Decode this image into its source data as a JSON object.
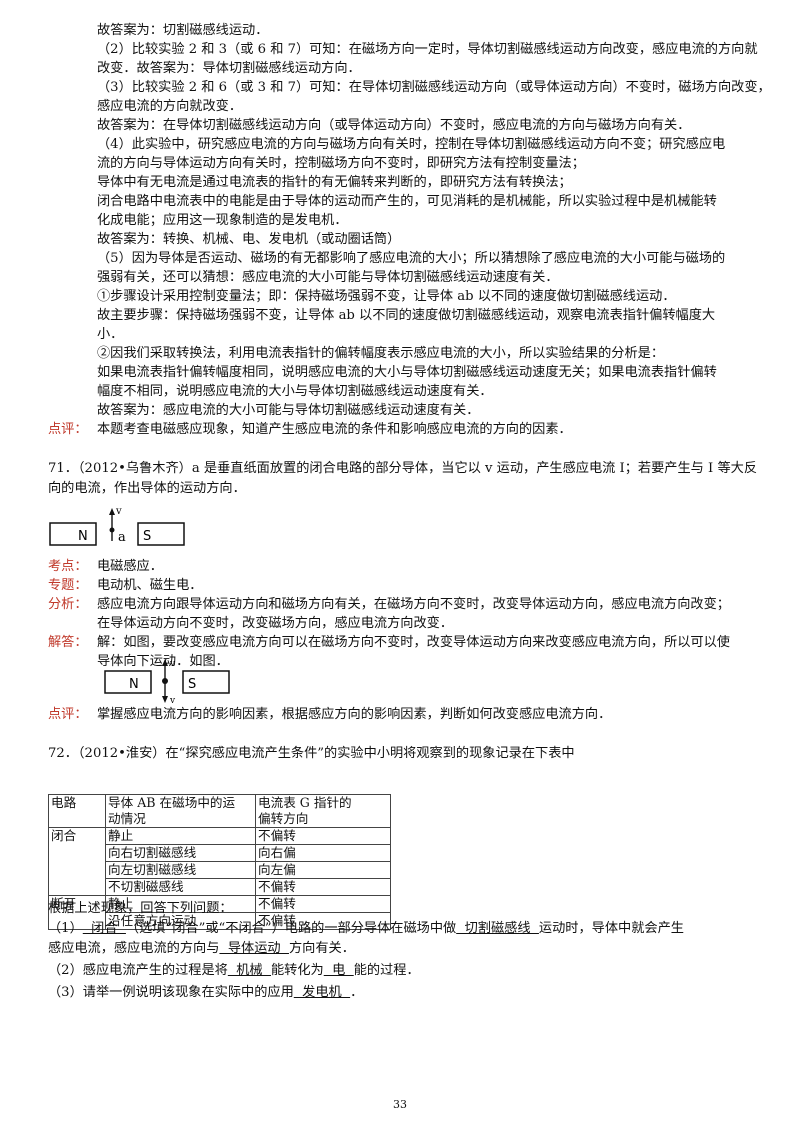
{
  "prev": {
    "lines": [
      "故答案为：切割磁感线运动．",
      "（2）比较实验 2 和 3（或 6 和 7）可知：在磁场方向一定时，导体切割磁感线运动方向改变，感应电流的方向就",
      "改变．故答案为：导体切割磁感线运动方向．",
      "（3）比较实验 2 和 6（或 3 和 7）可知：在导体切割磁感线运动方向（或导体运动方向）不变时，磁场方向改变，",
      "感应电流的方向就改变．",
      "故答案为：在导体切割磁感线运动方向（或导体运动方向）不变时，感应电流的方向与磁场方向有关．",
      "（4）此实验中，研究感应电流的方向与磁场方向有关时，控制在导体切割磁感线运动方向不变；研究感应电",
      "流的方向与导体运动方向有关时，控制磁场方向不变时，即研究方法有控制变量法；",
      "导体中有无电流是通过电流表的指针的有无偏转来判断的，即研究方法有转换法；",
      "闭合电路中电流表中的电能是由于导体的运动而产生的，可见消耗的是机械能，所以实验过程中是机械能转",
      "化成电能；应用这一现象制造的是发电机．",
      "故答案为：转换、机械、电、发电机（或动圈话筒）",
      "（5）因为导体是否运动、磁场的有无都影响了感应电流的大小；所以猜想除了感应电流的大小可能与磁场的",
      "强弱有关，还可以猜想：感应电流的大小可能与导体切割磁感线运动速度有关．",
      "①步骤设计采用控制变量法；即：保持磁场强弱不变，让导体 ab 以不同的速度做切割磁感线运动．",
      "故主要步骤：保持磁场强弱不变，让导体 ab 以不同的速度做切割磁感线运动，观察电流表指针偏转幅度大",
      "小．",
      "②因我们采取转换法，利用电流表指针的偏转幅度表示感应电流的大小，所以实验结果的分析是：",
      "如果电流表指针偏转幅度相同，说明感应电流的大小与导体切割磁感线运动速度无关；如果电流表指针偏转",
      "幅度不相同，说明感应电流的大小与导体切割磁感线运动速度有关．",
      "故答案为：感应电流的大小可能与导体切割磁感线运动速度有关．"
    ],
    "comment_label": "点评：",
    "comment": "本题考查电磁感应现象，知道产生感应电流的条件和影响感应电流的方向的因素．"
  },
  "q71": {
    "line1": "71．（2012•乌鲁木齐）a 是垂直纸面放置的闭合电路的部分导体，当它以 v 运动，产生感应电流 I；若要产生与 I 等大反",
    "line2": "向的电流，作出导体的运动方向．",
    "fig": {
      "n": "N",
      "s": "S",
      "a": "a",
      "v": "v"
    },
    "kaodian_label": "考点：",
    "kaodian": "电磁感应．",
    "zhuanti_label": "专题：",
    "zhuanti": "电动机、磁生电．",
    "fenxi_label": "分析：",
    "fenxi1": "感应电流方向跟导体运动方向和磁场方向有关，在磁场方向不变时，改变导体运动方向，感应电流方向改变；",
    "fenxi2": "在导体运动方向不变时，改变磁场方向，感应电流方向改变．",
    "jieda_label": "解答：",
    "jieda1": "解：如图，要改变感应电流方向可以在磁场方向不变时，改变导体运动方向来改变感应电流方向，所以可以使",
    "jieda2": "导体向下运动．如图．",
    "dianping_label": "点评：",
    "dianping": "掌握感应电流方向的影响因素，根据感应方向的影响因素，判断如何改变感应电流方向．"
  },
  "q72": {
    "line1": "72．（2012•淮安）在“探究感应电流产生条件”的实验中小明将观察到的现象记录在下表中",
    "table": {
      "h1": "电路",
      "h2a": "导体 AB 在磁场中的运",
      "h2b": "动情况",
      "h3a": "电流表 G 指针的",
      "h3b": "偏转方向",
      "closed": "闭合",
      "open": "断开",
      "r1a": "静止",
      "r1b": "不偏转",
      "r2a": "向右切割磁感线",
      "r2b": "向右偏",
      "r3a": "向左切割磁感线",
      "r3b": "向左偏",
      "r4a": "不切割磁感线",
      "r4b": "不偏转",
      "r5a": "静止",
      "r5b": "不偏转",
      "r6a": "沿任意方向运动",
      "r6b": "不偏转"
    },
    "intro": "根据上述现象，回答下列问题：",
    "a1_pre": "（1）",
    "a1_ans1": "  闭合  ",
    "a1_mid1": "（选填“闭合”或“不闭合”）电路的一部分导体在磁场中做",
    "a1_ans2": "  切割磁感线  ",
    "a1_post": "运动时，导体中就会产生",
    "a1_line2_pre": "感应电流，感应电流的方向与",
    "a1_ans3": "  导体运动  ",
    "a1_line2_post": "方向有关．",
    "a2_pre": "（2）感应电流产生的过程是将",
    "a2_ans1": "  机械  ",
    "a2_mid": "能转化为",
    "a2_ans2": "  电  ",
    "a2_post": "能的过程．",
    "a3_pre": "（3）请举一例说明该现象在实际中的应用",
    "a3_ans": "  发电机  ",
    "a3_post": "．"
  },
  "page_number": "33"
}
